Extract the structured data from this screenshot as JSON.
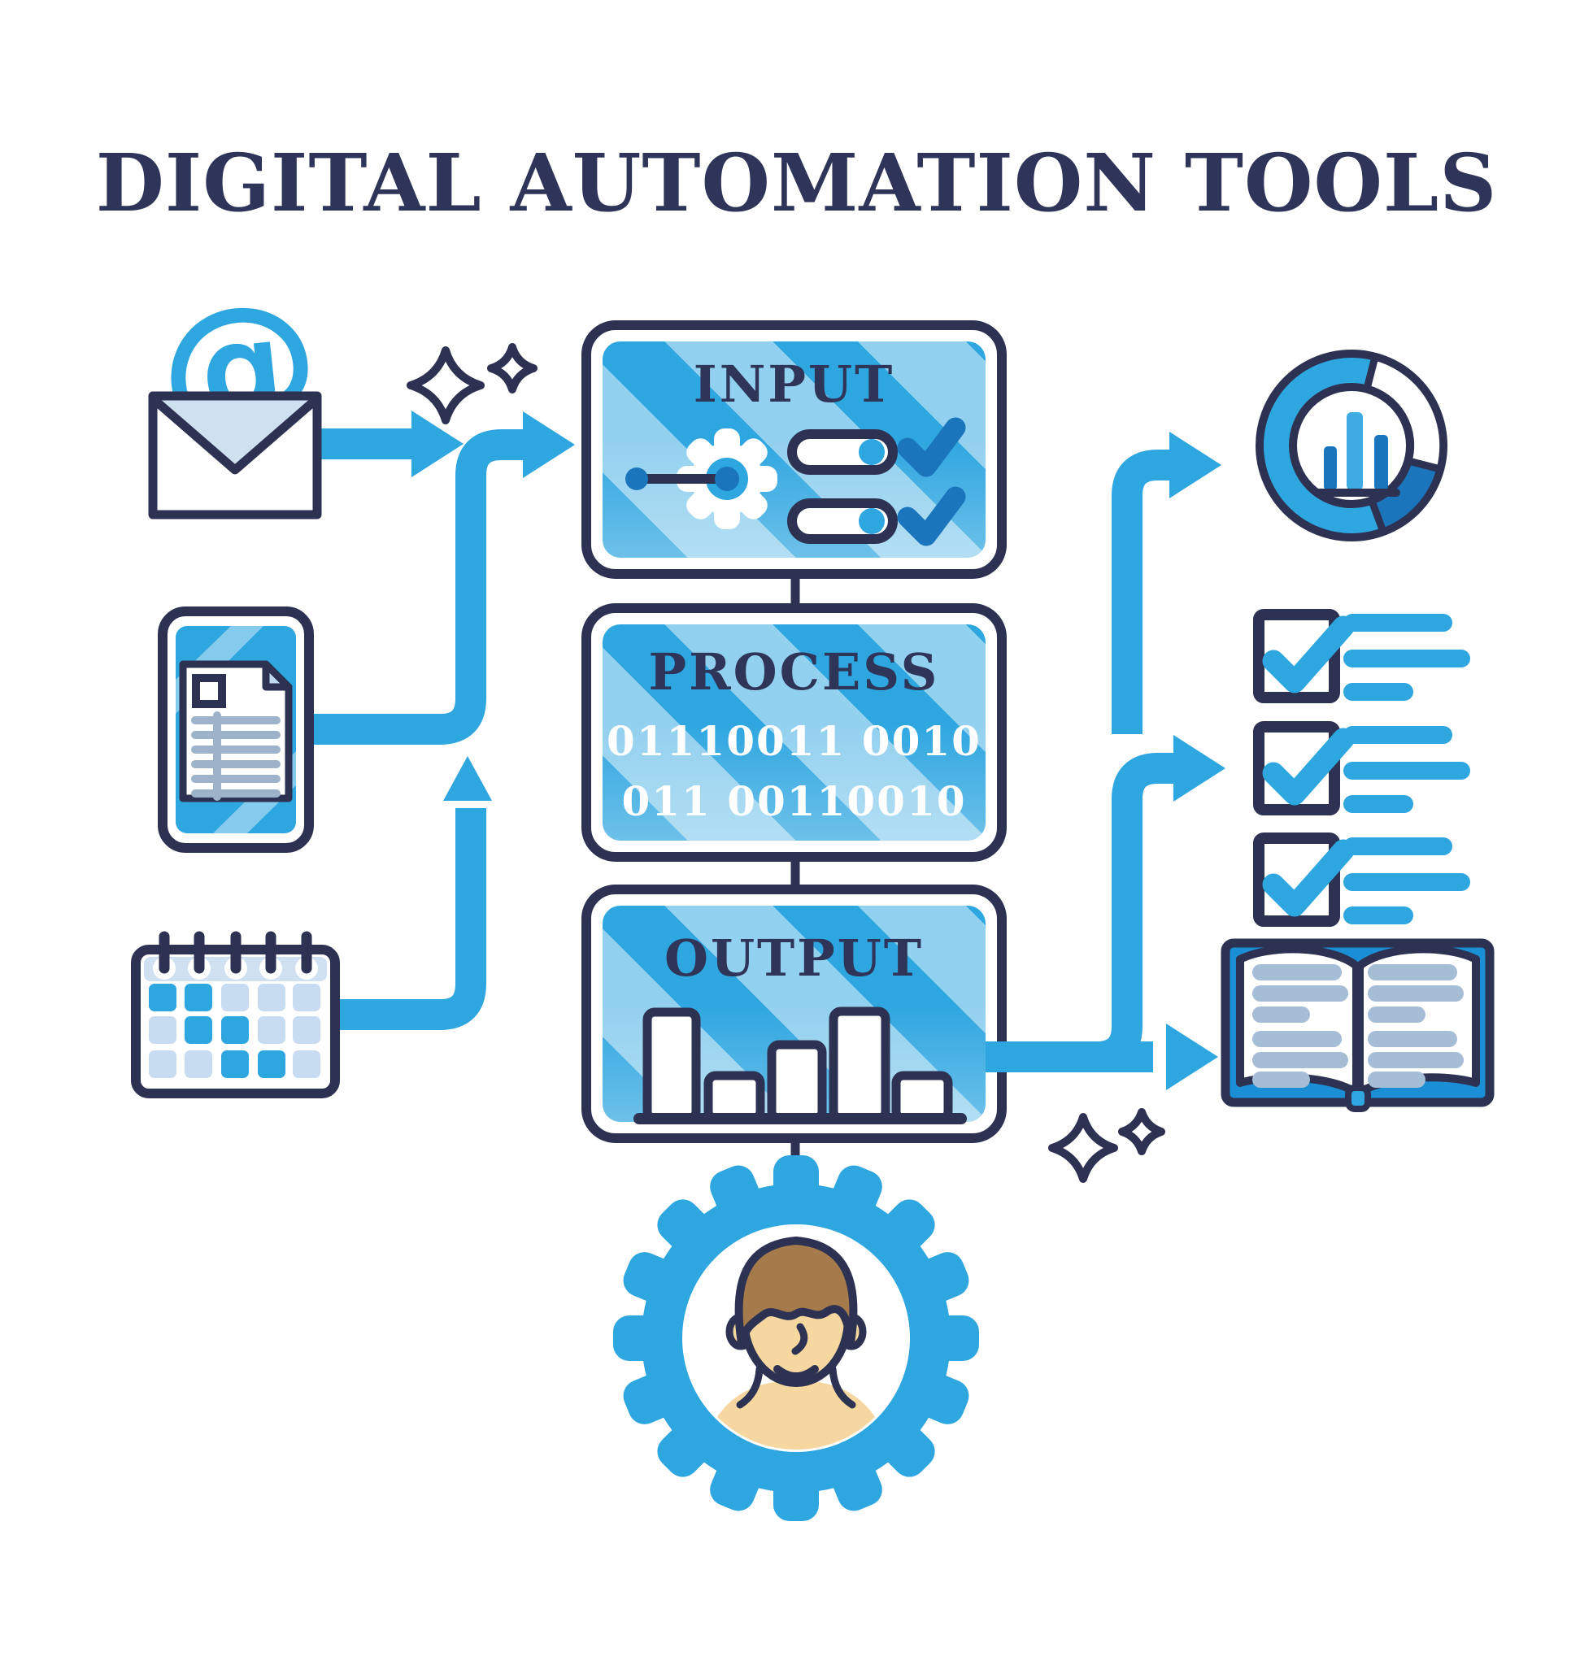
{
  "title": "DIGITAL AUTOMATION TOOLS",
  "palette": {
    "navy_outline": "#2d3252",
    "primary_blue": "#2ea6e0",
    "dark_blue": "#1b75bc",
    "pale_blue": "#cfe0f1",
    "skin": "#f6d7a0",
    "hair_brown": "#a57b4b",
    "text_navy": "#2f3559"
  },
  "flow_boxes": {
    "input": {
      "label": "INPUT"
    },
    "process": {
      "label": "PROCESS",
      "binary_lines": [
        "01110011 0010",
        "011 00110010"
      ]
    },
    "output": {
      "label": "OUTPUT"
    }
  },
  "icons": {
    "left": [
      {
        "name": "email-at-envelope",
        "glyph": "@"
      },
      {
        "name": "smartphone-document"
      },
      {
        "name": "calendar"
      }
    ],
    "right": [
      {
        "name": "donut-chart"
      },
      {
        "name": "checklist"
      },
      {
        "name": "open-book"
      }
    ],
    "bottom": [
      {
        "name": "human-in-gear"
      }
    ],
    "decor": [
      {
        "name": "sparkles-top"
      },
      {
        "name": "sparkles-bottom"
      }
    ]
  }
}
